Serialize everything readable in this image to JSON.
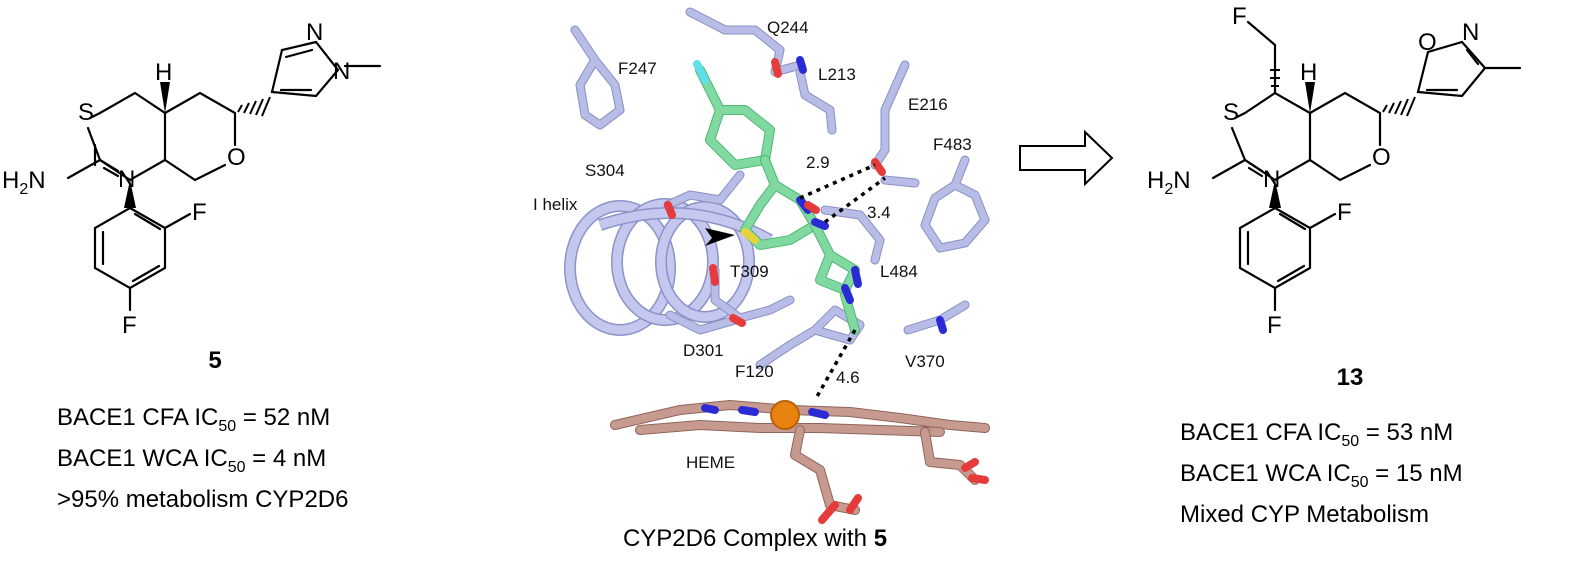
{
  "compound_left": {
    "atoms": {
      "S": "S",
      "H": "H",
      "O": "O",
      "N_ring": "N",
      "N_pyr1": "N",
      "N_pyr2": "N",
      "F_ortho": "F",
      "F_para": "F",
      "amine_H": "H",
      "amine_sub": "2",
      "amine_N": "N"
    },
    "number": "5",
    "properties": [
      {
        "prefix": "BACE1 CFA IC",
        "sub": "50",
        "suffix": " = 52 nM"
      },
      {
        "prefix": "BACE1 WCA IC",
        "sub": "50",
        "suffix": " = 4 nM"
      },
      {
        "prefix": ">95% metabolism CYP2D6",
        "sub": "",
        "suffix": ""
      }
    ]
  },
  "complex": {
    "residues": [
      "Q244",
      "F247",
      "L213",
      "E216",
      "F483",
      "S304",
      "I helix",
      "T309",
      "L484",
      "D301",
      "V370",
      "F120",
      "HEME"
    ],
    "distances": [
      "2.9",
      "3.4",
      "4.6"
    ],
    "caption_prefix": "CYP2D6 Complex with ",
    "caption_bold": "5",
    "colors": {
      "protein": "#b7bde6",
      "ligand": "#7fd9a0",
      "heme": "#c79a90",
      "oxygen": "#e53b3b",
      "nitrogen": "#2b2bd6",
      "sulfur": "#e6d23a",
      "fluorine": "#5fe0e8",
      "iron": "#e8820e"
    }
  },
  "arrow": {
    "direction": "right",
    "style": "open"
  },
  "compound_right": {
    "atoms": {
      "F_top": "F",
      "S": "S",
      "H": "H",
      "O_ring": "O",
      "O_isox": "O",
      "N_isox": "N",
      "N_ring": "N",
      "F_ortho": "F",
      "F_para": "F",
      "amine_H": "H",
      "amine_sub": "2",
      "amine_N": "N"
    },
    "number": "13",
    "properties": [
      {
        "prefix": "BACE1 CFA IC",
        "sub": "50",
        "suffix": " = 53 nM"
      },
      {
        "prefix": "BACE1 WCA IC",
        "sub": "50",
        "suffix": " = 15 nM"
      },
      {
        "prefix": "Mixed CYP Metabolism",
        "sub": "",
        "suffix": ""
      }
    ]
  }
}
